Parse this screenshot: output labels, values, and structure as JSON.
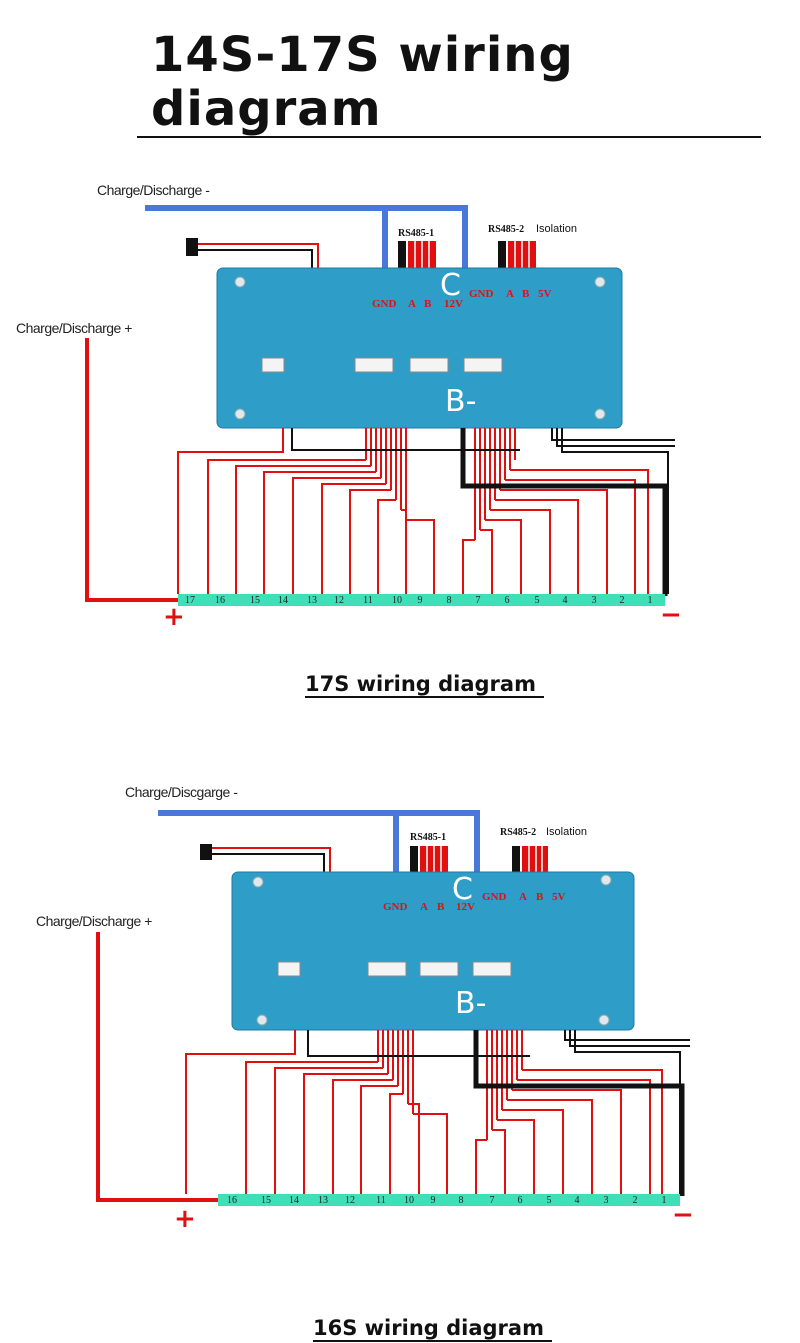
{
  "title": "14S-17S wiring diagram",
  "diagram_17s": {
    "caption": "17S wiring diagram",
    "charge_minus_label": "Charge/Discharge -",
    "charge_plus_label": "Charge/Discharge +",
    "rs485_1": "RS485-1",
    "rs485_2": "RS485-2",
    "isolation": "Isolation",
    "pins_1": [
      "GND",
      "A",
      "B",
      "12V"
    ],
    "pins_2": [
      "GND",
      "A",
      "B",
      "5V"
    ],
    "b_minus": "B-",
    "c_mark": "C",
    "cells": [
      "17",
      "16",
      "15",
      "14",
      "13",
      "12",
      "11",
      "10",
      "9",
      "8",
      "7",
      "6",
      "5",
      "4",
      "3",
      "2",
      "1"
    ],
    "plus": "+",
    "minus": "−"
  },
  "diagram_16s": {
    "caption": "16S wiring diagram",
    "charge_minus_label": "Charge/Discgarge -",
    "charge_plus_label": "Charge/Discharge +",
    "rs485_1": "RS485-1",
    "rs485_2": "RS485-2",
    "isolation": "Isolation",
    "pins_1": [
      "GND",
      "A",
      "B",
      "12V"
    ],
    "pins_2": [
      "GND",
      "A",
      "B",
      "5V"
    ],
    "b_minus": "B-",
    "c_mark": "C",
    "cells": [
      "16",
      "15",
      "14",
      "13",
      "12",
      "11",
      "10",
      "9",
      "8",
      "7",
      "6",
      "5",
      "4",
      "3",
      "2",
      "1"
    ],
    "plus": "+",
    "minus": "−"
  },
  "colors": {
    "pcb": "#2e9ec8",
    "wire_red": "#e01010",
    "wire_blue": "#4a78d8",
    "wire_black": "#111111",
    "strip": "#3fe0b8"
  }
}
